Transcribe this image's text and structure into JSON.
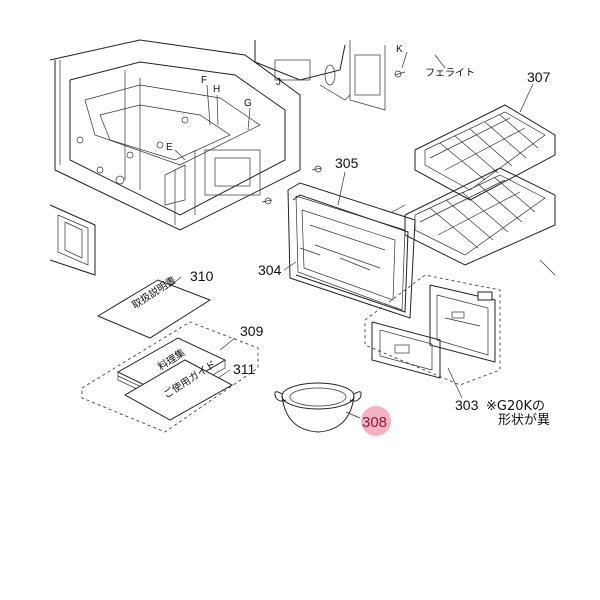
{
  "labels": {
    "ferrite": "フェライト",
    "p307": "307",
    "p305": "305",
    "p304": "304",
    "p310": "310",
    "p309": "309",
    "p311": "311",
    "p303": "303",
    "p308": "308",
    "F": "F",
    "H": "H",
    "G": "G",
    "E": "E",
    "J": "J",
    "K": "K"
  },
  "note": {
    "line1": "※G20Kの",
    "line2": "形状が異"
  },
  "booklets": {
    "manual_310": "取扱説明書",
    "recipe_309": "料理集",
    "guide_311": "ご使用ガイド"
  },
  "highlight": {
    "color": "#f7a6b8",
    "part": "308"
  }
}
